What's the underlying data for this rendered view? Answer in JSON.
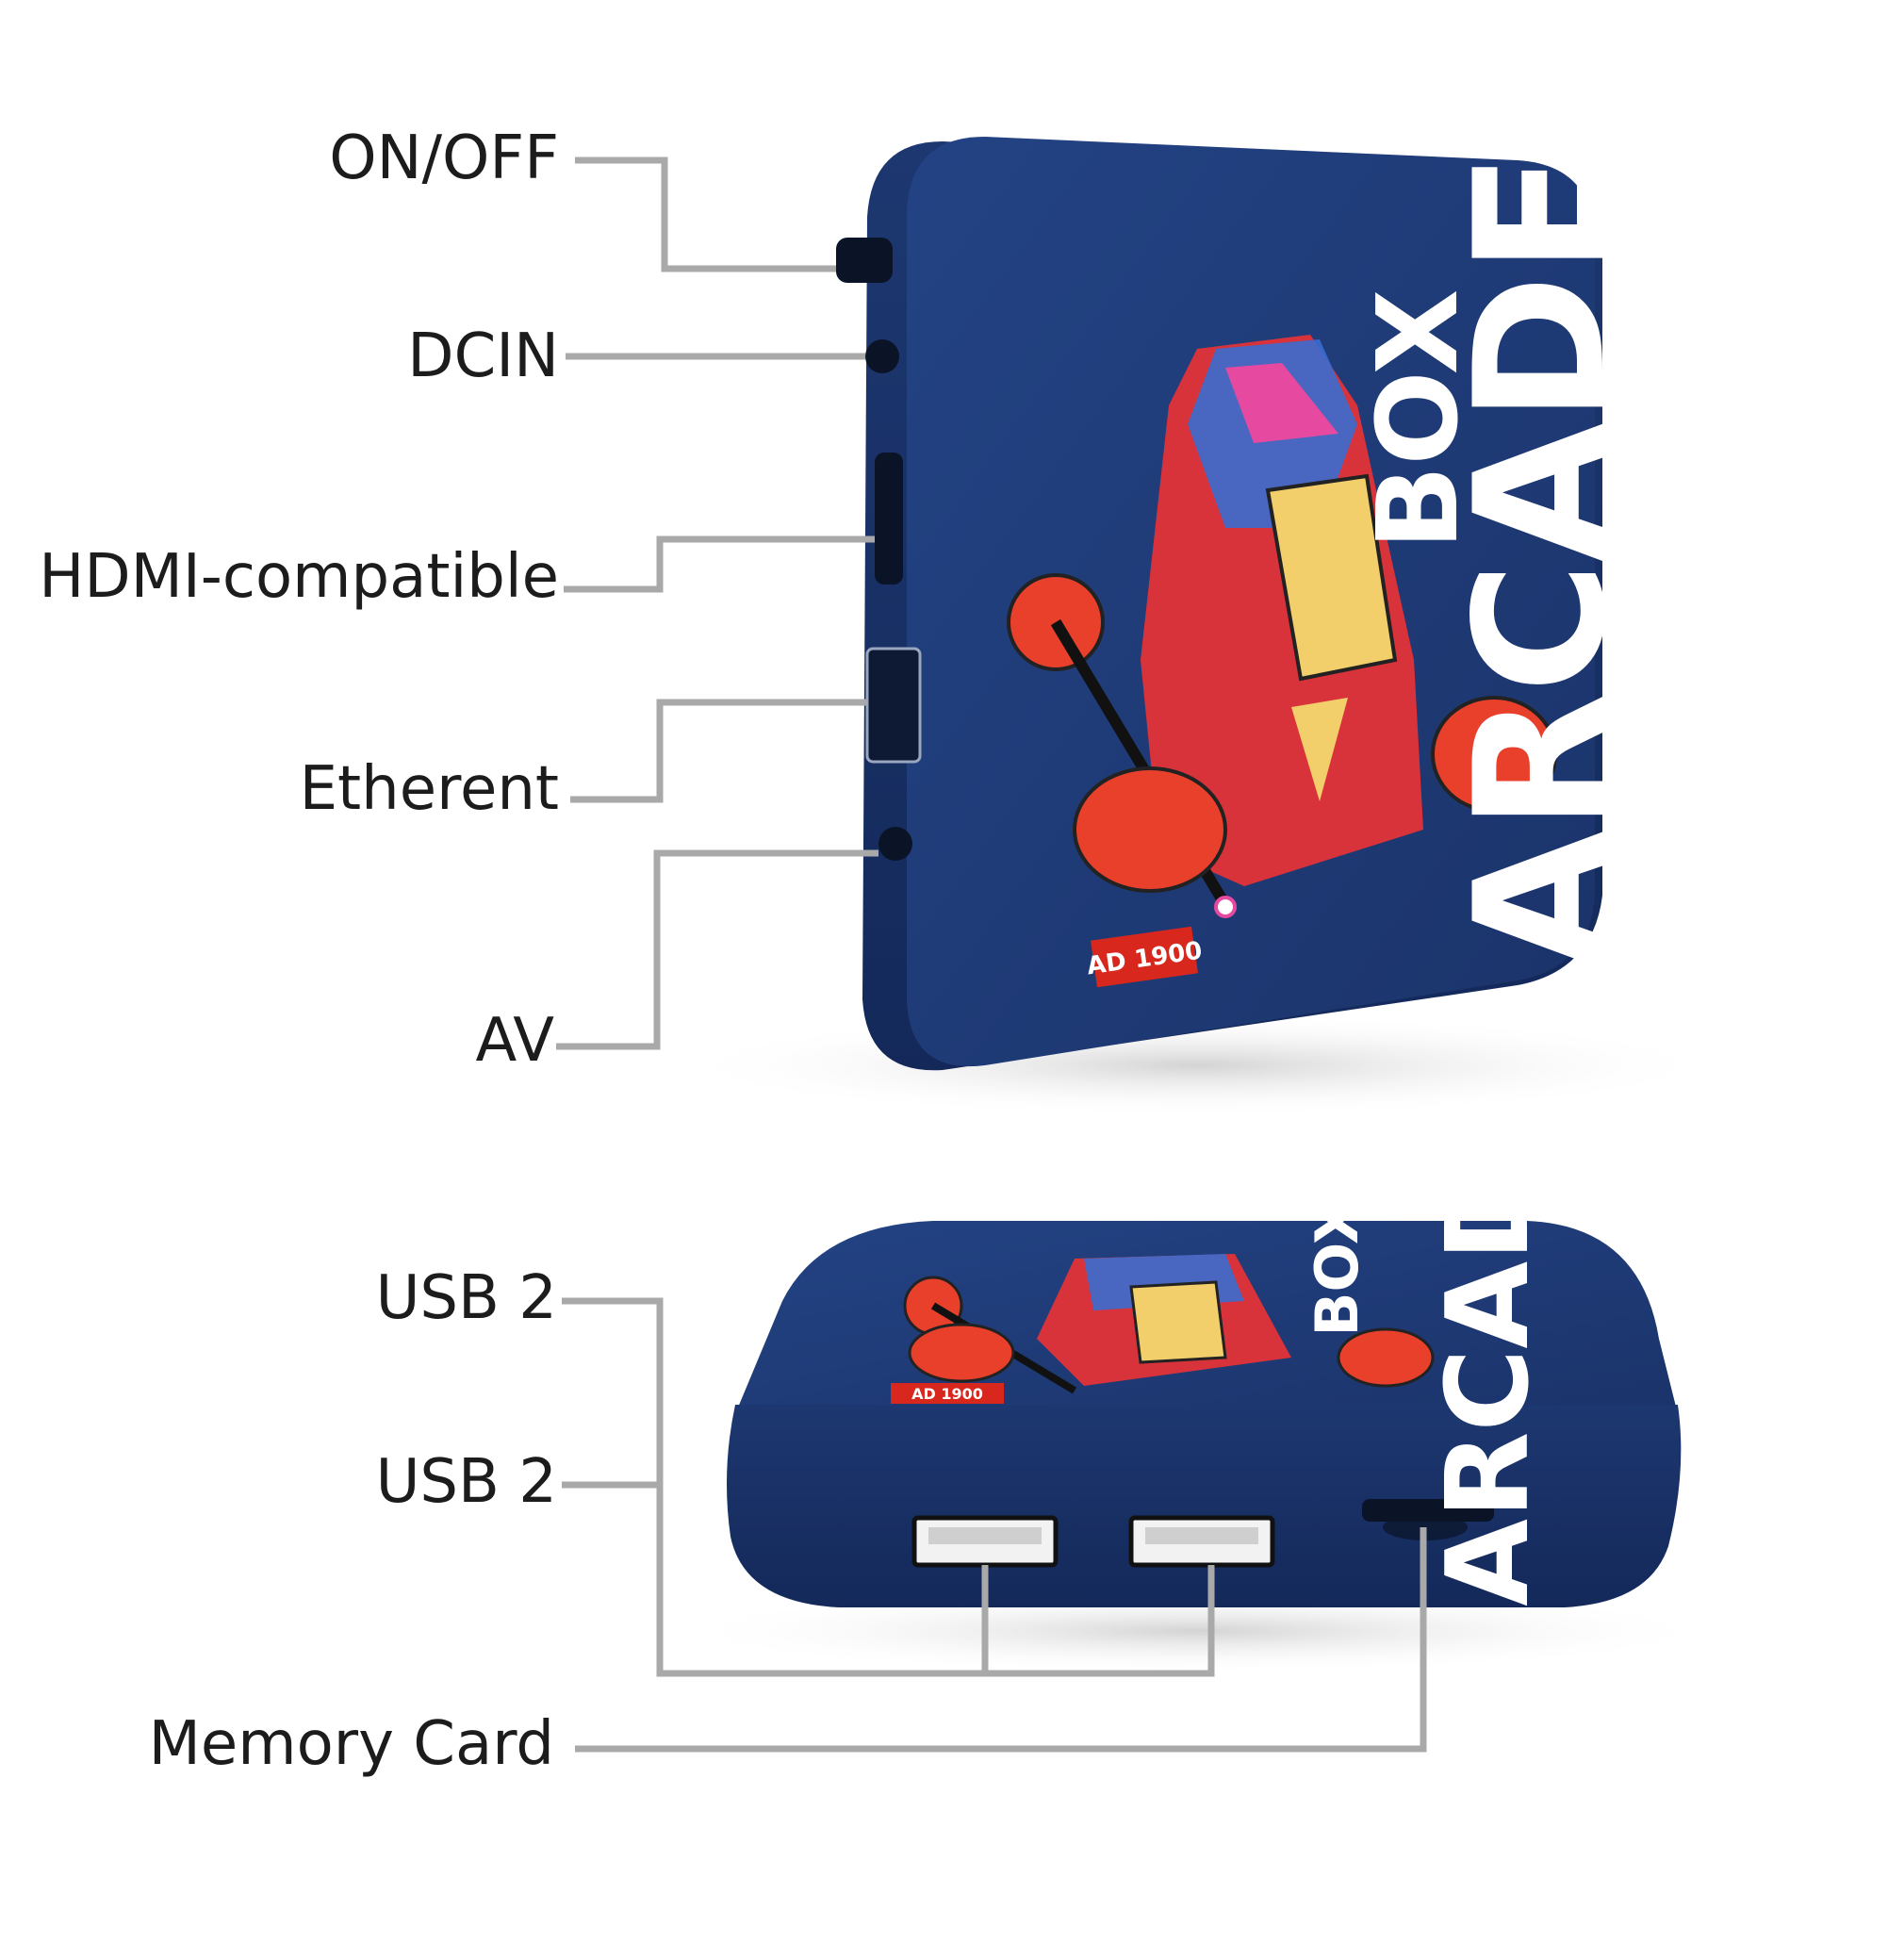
{
  "labels": {
    "on_off": "ON/OFF",
    "dcin": "DCIN",
    "hdmi": "HDMI-compatible",
    "ethernet": "Etherent",
    "av": "AV",
    "usb_top": "USB 2",
    "usb_bottom": "USB 2",
    "memory_card": "Memory Card"
  },
  "device": {
    "brand_line1": "BOX",
    "brand_line2": "ARCADE",
    "model_badge": "AD 1900"
  },
  "colors": {
    "device_body": "#1f3a75",
    "device_edge": "#182d5c",
    "device_shadow": "#d9d9d9",
    "brand_text": "#ffffff",
    "badge_red": "#d8281e",
    "leader_line": "#a9a9a9",
    "label_text": "#1c1c1c"
  },
  "icons": {
    "power_knob": "power-knob-icon",
    "dc_port": "dc-jack-icon",
    "hdmi_port": "hdmi-port-icon",
    "ethernet_port": "ethernet-port-icon",
    "av_port": "av-jack-icon",
    "usb_port": "usb-a-port-icon",
    "sd_slot": "memory-card-slot-icon",
    "mascot": "arcade-mascot-illustration"
  }
}
